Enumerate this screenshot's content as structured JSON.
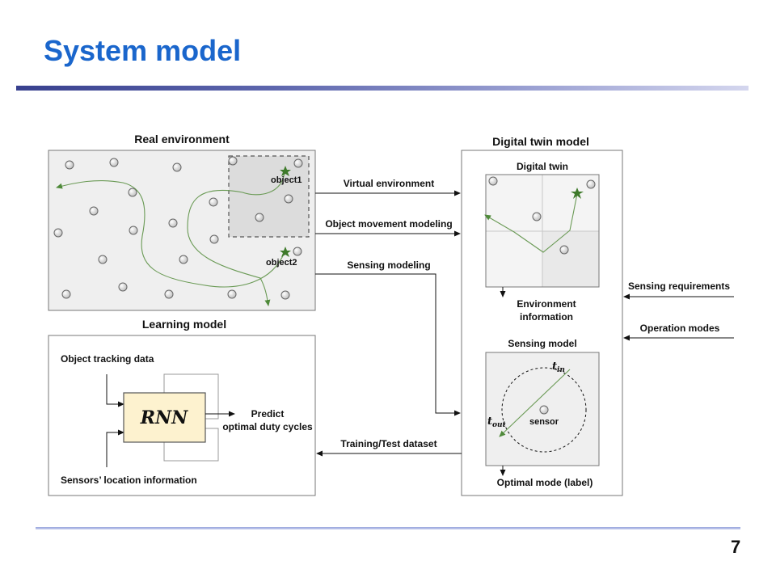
{
  "slide": {
    "title": "System model",
    "page_number": "7"
  },
  "diagram": {
    "real_environment": {
      "title": "Real environment",
      "object1": "object1",
      "object2": "object2"
    },
    "digital_twin_model": {
      "title": "Digital twin model",
      "digital_twin_label": "Digital twin",
      "environment_information_line1": "Environment",
      "environment_information_line2": "information",
      "sensing_model_label": "Sensing model",
      "sensor_label": "sensor",
      "t_in": "t",
      "t_in_sub": "in",
      "t_out": "t",
      "t_out_sub": "out",
      "optimal_mode_label": "Optimal mode (label)"
    },
    "learning_model": {
      "title": "Learning model",
      "object_tracking_data": "Object tracking data",
      "sensors_location": "Sensors’ location information",
      "rnn_label": "RNN",
      "predict_line1": "Predict",
      "predict_line2": "optimal duty cycles"
    },
    "arrows": {
      "virtual_environment": "Virtual environment",
      "object_movement_modeling": "Object movement modeling",
      "sensing_modeling": "Sensing modeling",
      "training_test_dataset": "Training/Test dataset",
      "sensing_requirements": "Sensing requirements",
      "operation_modes": "Operation modes"
    }
  }
}
